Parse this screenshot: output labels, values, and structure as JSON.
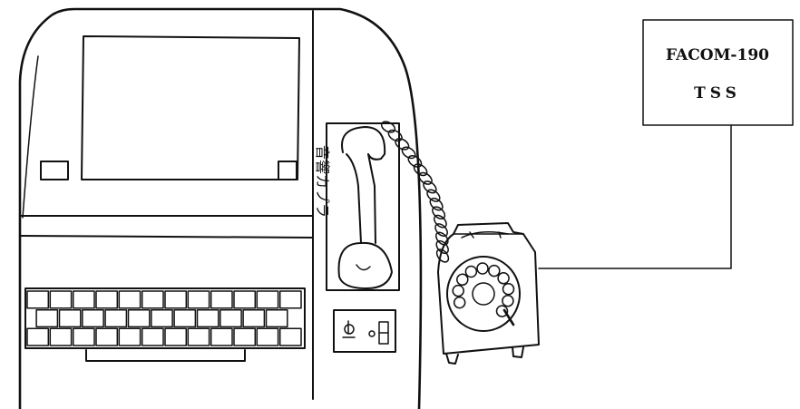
{
  "server_box": {
    "line1": "FACOM-190",
    "line2": "TSS"
  },
  "coupler_label": "音響カプラ",
  "keyboard": {
    "rows": 3,
    "keys_per_row": 12
  }
}
